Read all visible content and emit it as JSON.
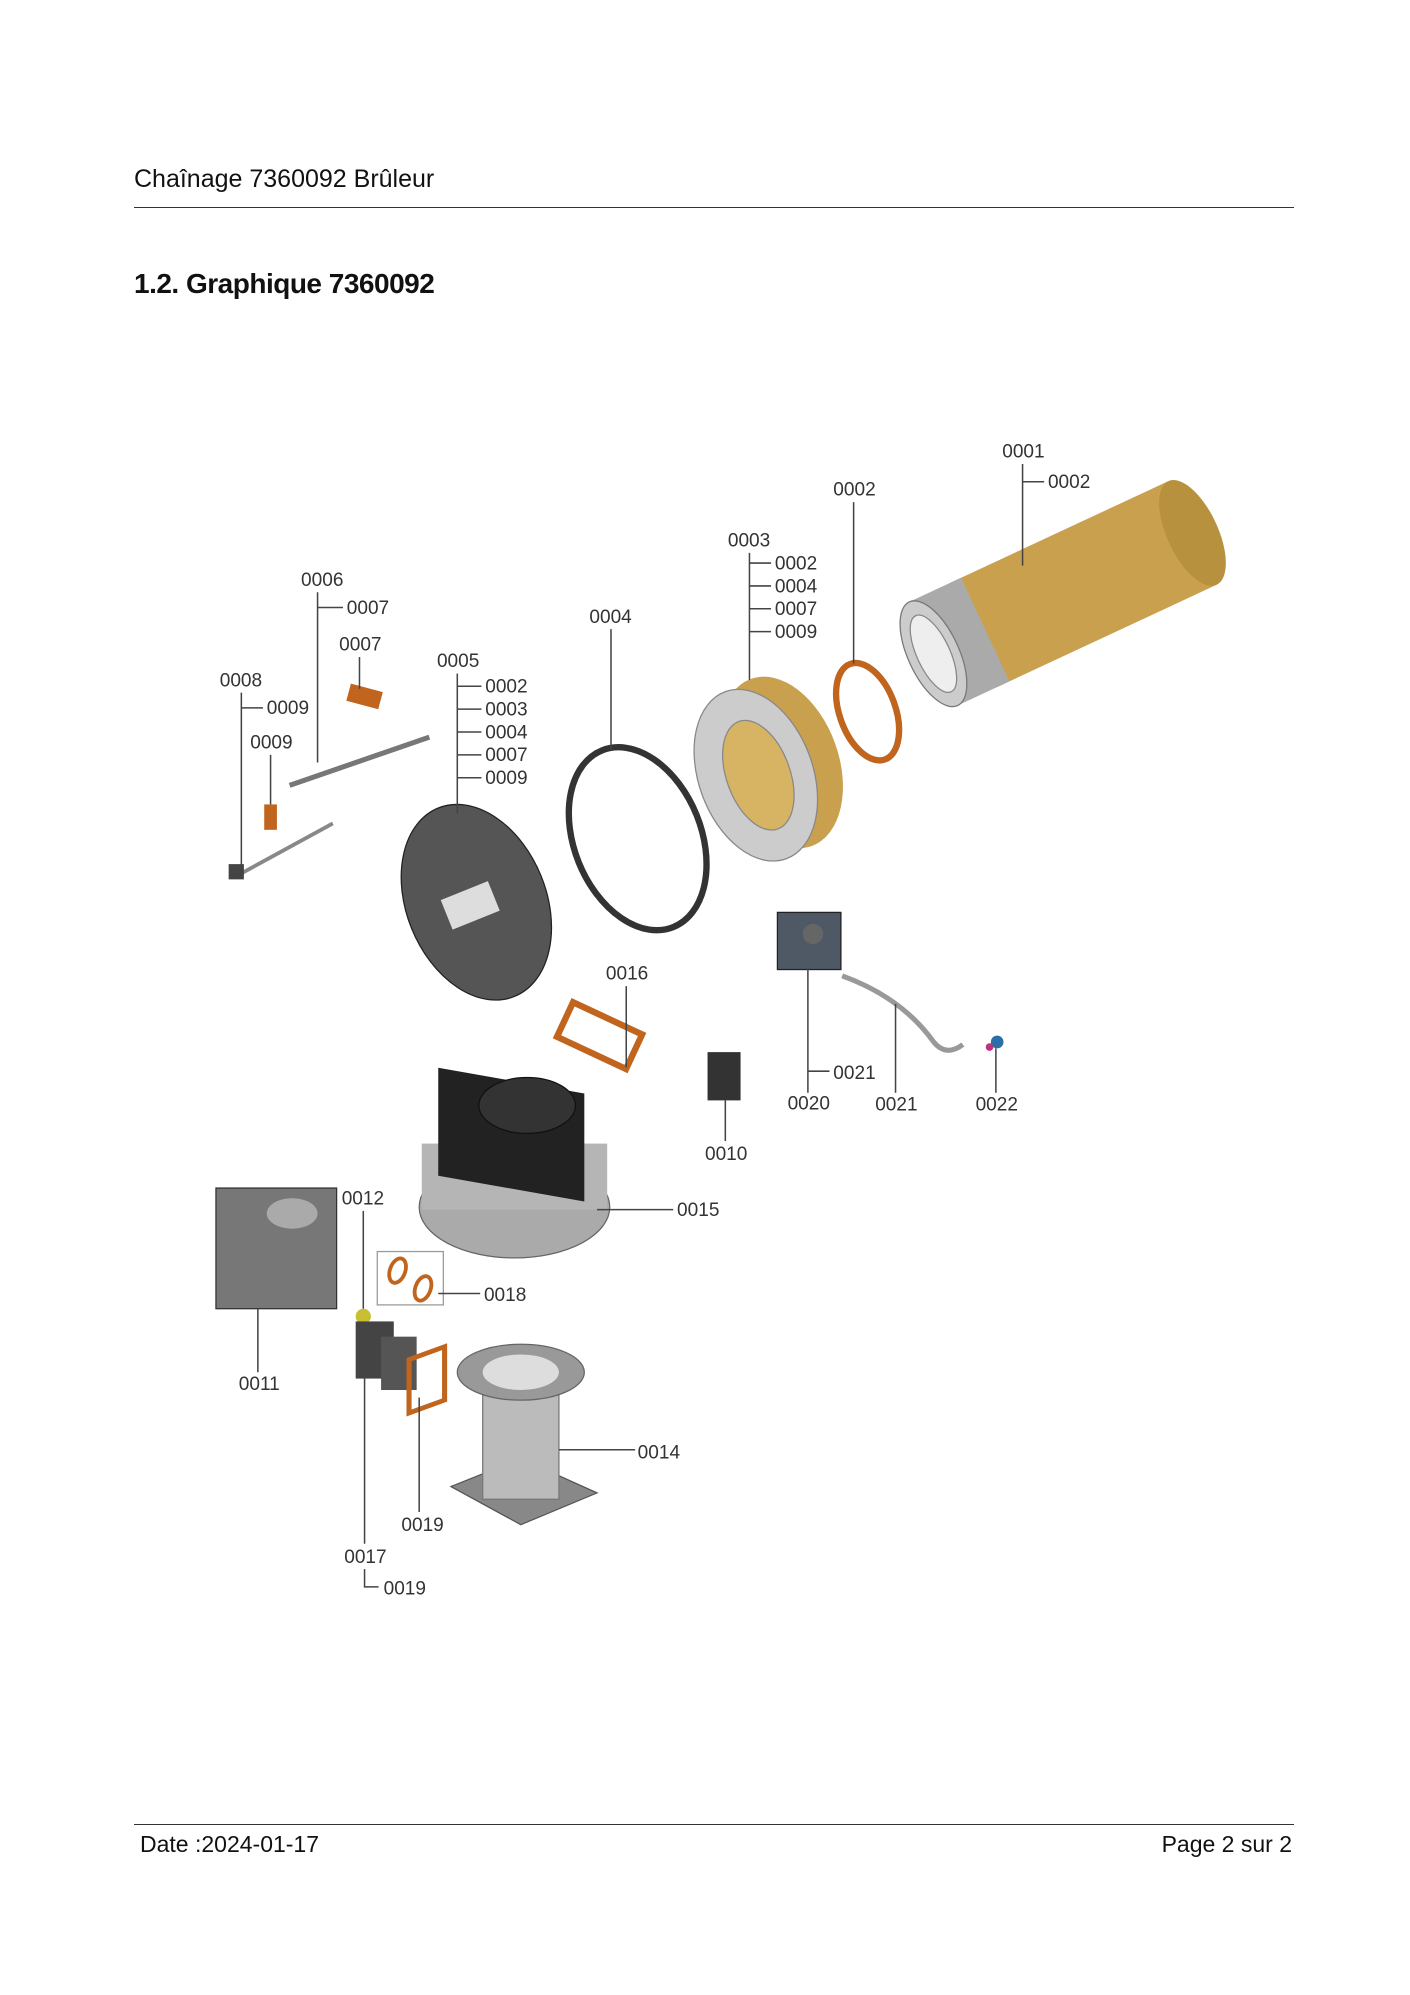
{
  "header": {
    "title": "Chaînage 7360092 Brûleur"
  },
  "section": {
    "title": "1.2. Graphique 7360092"
  },
  "footer": {
    "date": "Date :2024-01-17",
    "page": "Page 2 sur   2"
  },
  "callouts": {
    "c0001": "0001",
    "c0001_s1": "0002",
    "c0002": "0002",
    "c0003": "0003",
    "c0003_s1": "0002",
    "c0003_s2": "0004",
    "c0003_s3": "0007",
    "c0003_s4": "0009",
    "c0004": "0004",
    "c0006": "0006",
    "c0006_s1": "0007",
    "c0007": "0007",
    "c0005": "0005",
    "c0005_s1": "0002",
    "c0005_s2": "0003",
    "c0005_s3": "0004",
    "c0005_s4": "0007",
    "c0005_s5": "0009",
    "c0008": "0008",
    "c0008_s1": "0009",
    "c0009": "0009",
    "c0016": "0016",
    "c0010": "0010",
    "c0020": "0020",
    "c0020_s1": "0021",
    "c0021": "0021",
    "c0022": "0022",
    "c0015": "0015",
    "c0012": "0012",
    "c0018": "0018",
    "c0011": "0011",
    "c0014": "0014",
    "c0019": "0019",
    "c0017": "0017",
    "c0017_s1": "0019"
  },
  "colors": {
    "brass": "#c9a04e",
    "gasket": "#c0641e",
    "metal": "#b8b8b8",
    "dark": "#222222"
  }
}
